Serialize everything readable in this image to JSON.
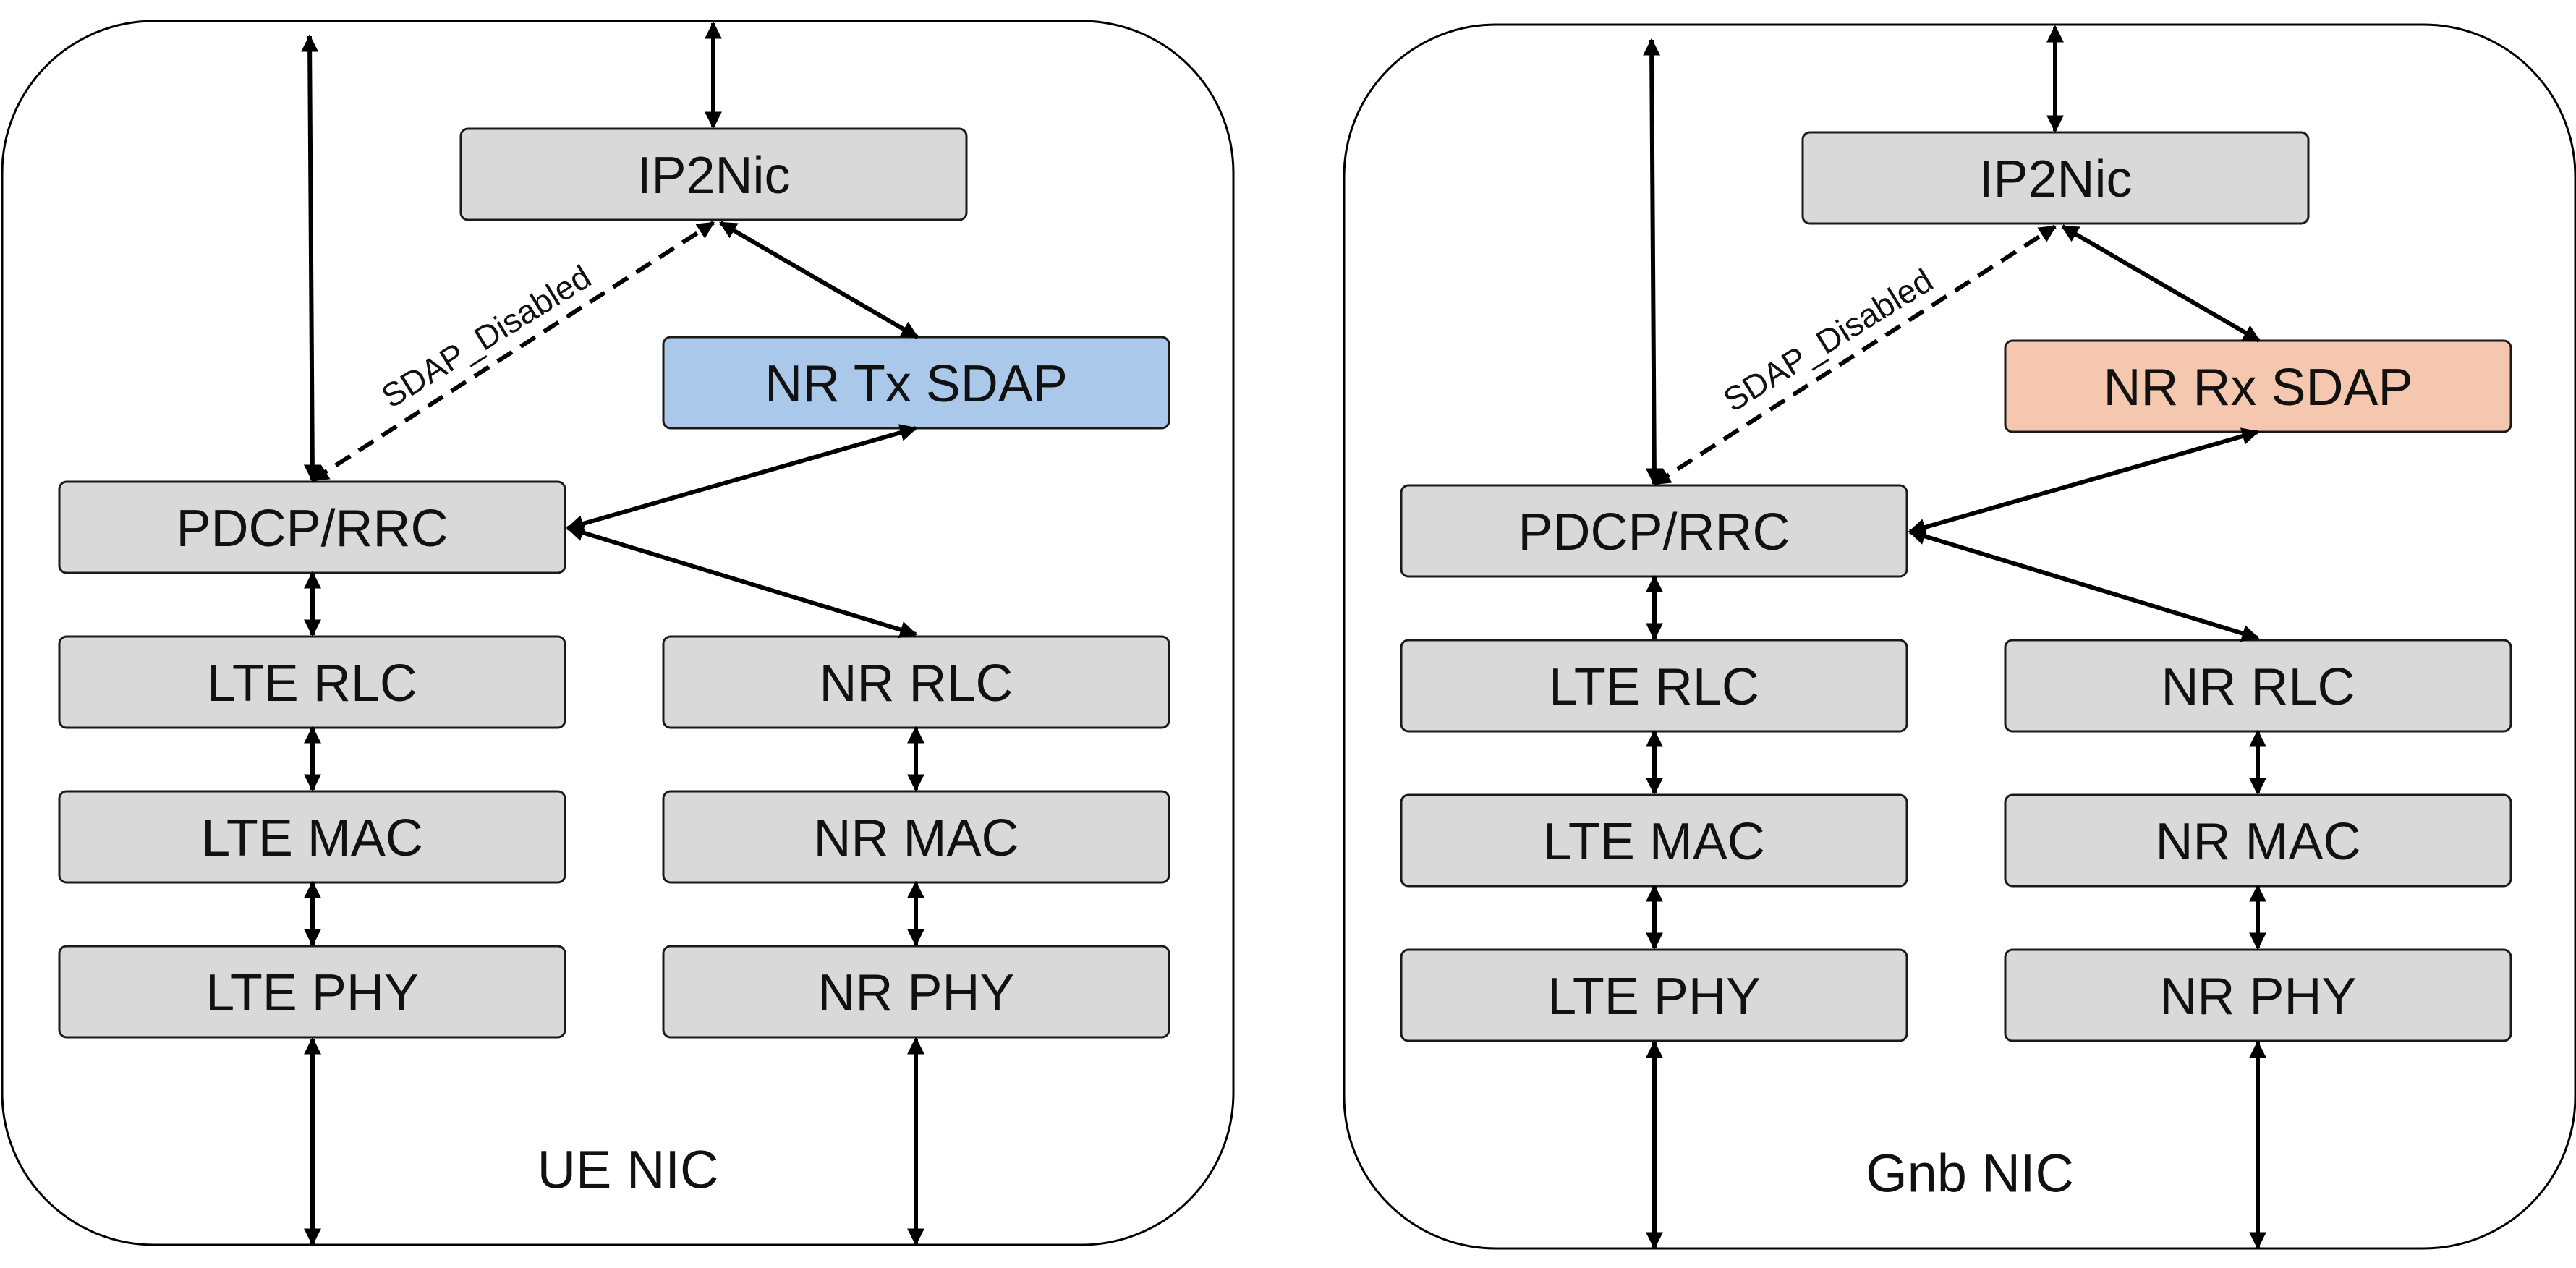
{
  "colors": {
    "layer_fill": "#d9d9d9",
    "tx_sdap_fill": "#a9c8ea",
    "rx_sdap_fill": "#f5c7ae",
    "line": "#000000"
  },
  "panels": [
    {
      "id": "ue",
      "title": "UE NIC",
      "nodes": {
        "ip2nic": {
          "label": "IP2Nic"
        },
        "sdap": {
          "label": "NR Tx SDAP",
          "fill_key": "tx_sdap_fill"
        },
        "pdcp": {
          "label": "PDCP/RRC"
        },
        "lte_rlc": {
          "label": "LTE RLC"
        },
        "lte_mac": {
          "label": "LTE MAC"
        },
        "lte_phy": {
          "label": "LTE PHY"
        },
        "nr_rlc": {
          "label": "NR RLC"
        },
        "nr_mac": {
          "label": "NR MAC"
        },
        "nr_phy": {
          "label": "NR PHY"
        }
      },
      "edge_labels": {
        "sdap_disabled": "SDAP_Disabled"
      }
    },
    {
      "id": "gnb",
      "title": "Gnb NIC",
      "nodes": {
        "ip2nic": {
          "label": "IP2Nic"
        },
        "sdap": {
          "label": "NR Rx SDAP",
          "fill_key": "rx_sdap_fill"
        },
        "pdcp": {
          "label": "PDCP/RRC"
        },
        "lte_rlc": {
          "label": "LTE RLC"
        },
        "lte_mac": {
          "label": "LTE MAC"
        },
        "lte_phy": {
          "label": "LTE PHY"
        },
        "nr_rlc": {
          "label": "NR RLC"
        },
        "nr_mac": {
          "label": "NR MAC"
        },
        "nr_phy": {
          "label": "NR PHY"
        }
      },
      "edge_labels": {
        "sdap_disabled": "SDAP_Disabled"
      }
    }
  ]
}
